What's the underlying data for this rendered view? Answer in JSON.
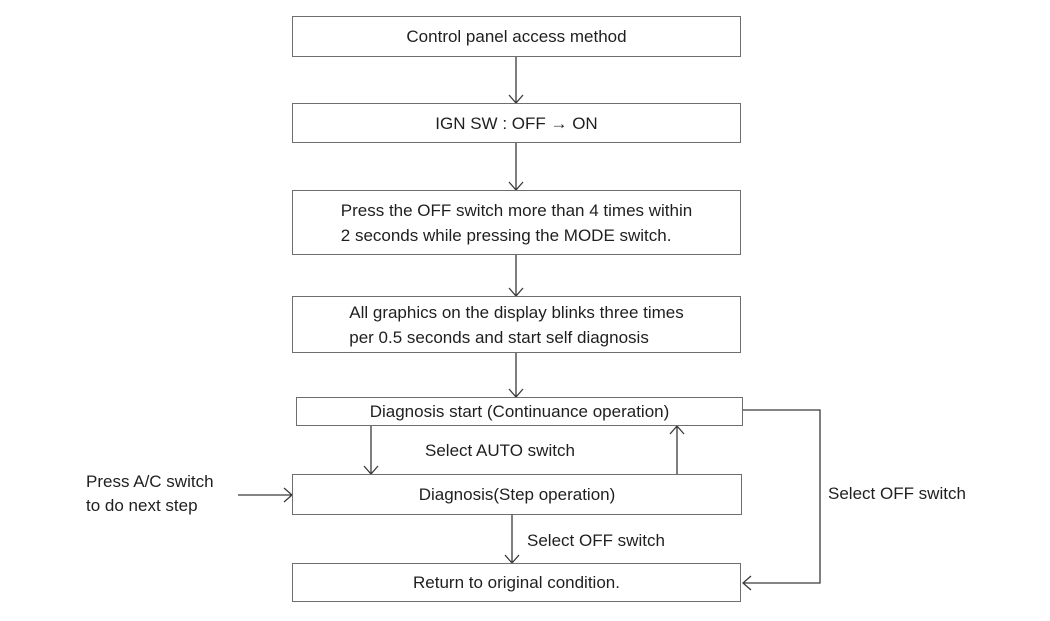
{
  "flowchart": {
    "boxes": {
      "access_method": {
        "text": "Control panel access method"
      },
      "ign_sw": {
        "text": "IGN SW : OFF → ON"
      },
      "press_off": {
        "line1": "Press the OFF switch more than 4 times within",
        "line2": "2 seconds while pressing the MODE switch."
      },
      "graphics_blink": {
        "line1": "All graphics on the display blinks three times",
        "line2": "per 0.5 seconds and start self diagnosis"
      },
      "diagnosis_start": {
        "text": "Diagnosis start (Continuance operation)"
      },
      "diagnosis_step": {
        "text": "Diagnosis(Step operation)"
      },
      "return_original": {
        "text": "Return to original condition."
      }
    },
    "labels": {
      "select_auto": "Select AUTO switch",
      "select_off_step": "Select OFF switch",
      "select_off_loop": "Select OFF switch",
      "press_ac_line1": "Press A/C switch",
      "press_ac_line2": "to do next step"
    },
    "colors": {
      "background": "#ffffff",
      "box_border": "#6e6e6e",
      "connector_line": "#3a3a3a",
      "text": "#1f1f1f"
    }
  }
}
